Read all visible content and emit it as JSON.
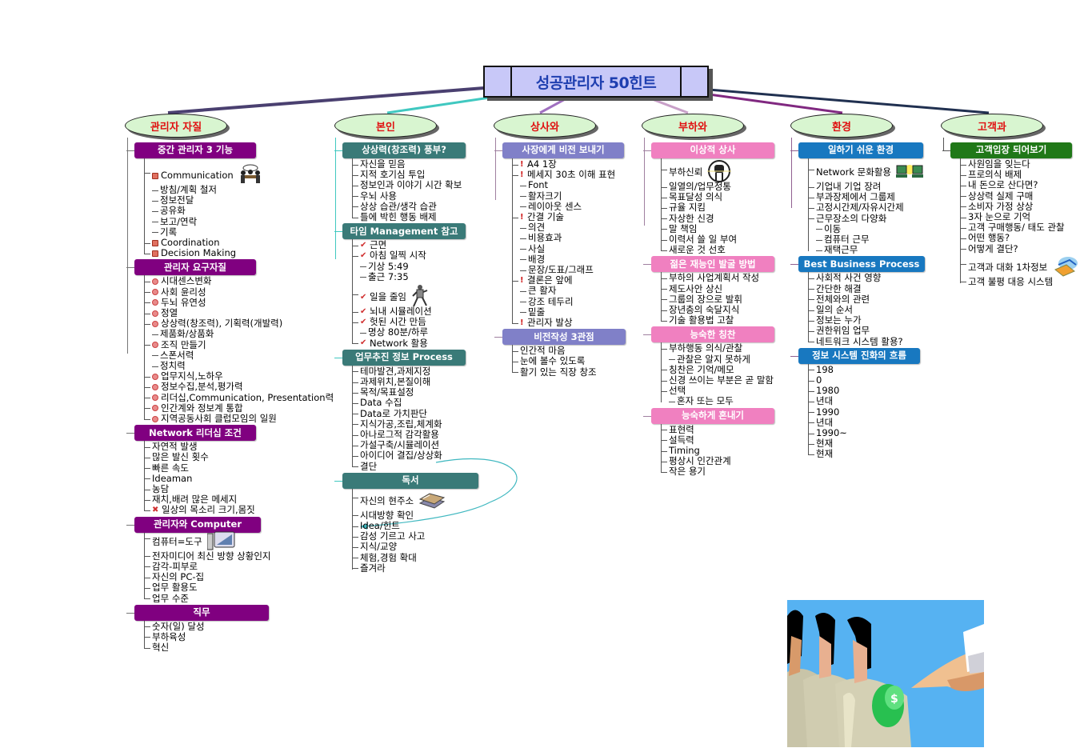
{
  "title": "성공관리자 50힌트",
  "colors": {
    "root_fill": "#c8c8f8",
    "root_text": "#1f3fb0",
    "topic_fill": "#d8f5d0",
    "topic_text": "#e01010",
    "purple": "#800080",
    "teal": "#3a7a78",
    "lavender": "#8080c8",
    "pink": "#f080c0",
    "blue": "#1878c0",
    "green": "#207818"
  },
  "topics": [
    {
      "label": "관리자 자질",
      "subs": [
        {
          "label": "중간 관리자 3 기능",
          "items": [
            {
              "text": "Communication",
              "bullet": "square",
              "icon": "meeting-people-icon"
            },
            {
              "text": "방침/계획 철저",
              "level": 2
            },
            {
              "text": "정보전달",
              "level": 2
            },
            {
              "text": "공유화",
              "level": 2
            },
            {
              "text": "보고/연락",
              "level": 2
            },
            {
              "text": "기록",
              "level": 2
            },
            {
              "text": "Coordination",
              "bullet": "square"
            },
            {
              "text": "Decision Making",
              "bullet": "square"
            }
          ]
        },
        {
          "label": "관리자 요구자질",
          "items": [
            {
              "text": "시대센스변화",
              "bullet": "dot"
            },
            {
              "text": "사회 윤리성",
              "bullet": "dot"
            },
            {
              "text": "두뇌 유연성",
              "bullet": "dot"
            },
            {
              "text": "정열",
              "bullet": "dot"
            },
            {
              "text": "상상력(창조력), 기획력(개발력)",
              "bullet": "dot"
            },
            {
              "text": "제품화/상품화",
              "level": 2
            },
            {
              "text": "조직 만들기",
              "bullet": "dot"
            },
            {
              "text": "스폰서력",
              "level": 2
            },
            {
              "text": "정치력",
              "level": 2
            },
            {
              "text": "업무지식,노하우",
              "bullet": "dot"
            },
            {
              "text": "정보수집,분석,평가력",
              "bullet": "dot"
            },
            {
              "text": "리더십,Communication, Presentation력",
              "bullet": "dot"
            },
            {
              "text": "인간계와 정보계 통합",
              "bullet": "dot"
            },
            {
              "text": "지역공동사회 클럽모임의 일원",
              "bullet": "dot"
            }
          ]
        },
        {
          "label": "Network 리더십 조건",
          "items": [
            {
              "text": "자연적 발생"
            },
            {
              "text": "많은 발신 횟수"
            },
            {
              "text": "빠른 속도"
            },
            {
              "text": "Ideaman"
            },
            {
              "text": "농담"
            },
            {
              "text": "재치,배려 많은 메세지"
            },
            {
              "text": "일상의 목소리 크기,몸짓",
              "bullet": "x"
            }
          ]
        },
        {
          "label": "관리자와 Computer",
          "items": [
            {
              "text": "컴퓨터=도구",
              "icon": "computer-icon"
            },
            {
              "text": "전자미디어 최신 방향 상황인지"
            },
            {
              "text": "감각-피부로"
            },
            {
              "text": "자신의 PC-집"
            },
            {
              "text": "업무 활용도"
            },
            {
              "text": "업무 수준"
            }
          ]
        },
        {
          "label": "직무",
          "items": [
            {
              "text": "숫자(일) 달성"
            },
            {
              "text": "부하육성"
            },
            {
              "text": "혁신"
            }
          ]
        }
      ]
    },
    {
      "label": "본인",
      "subs": [
        {
          "label": "상상력(창조력) 풍부?",
          "items": [
            {
              "text": "자신을 믿음"
            },
            {
              "text": "지적 호기심 투입"
            },
            {
              "text": "정보인과 이야기 시간  확보"
            },
            {
              "text": "우뇌 사용"
            },
            {
              "text": "상상 습관/생각 습관"
            },
            {
              "text": "틀에 박힌 행동 배제"
            }
          ]
        },
        {
          "label": "타임 Management 참고",
          "items": [
            {
              "text": "근면",
              "bullet": "check"
            },
            {
              "text": "아침 일찍 시작",
              "bullet": "check"
            },
            {
              "text": "기상 5:49",
              "level": 2
            },
            {
              "text": "출근 7:35",
              "level": 2
            },
            {
              "text": "일을 줄임",
              "bullet": "check",
              "icon": "running-man-icon"
            },
            {
              "text": "뇌내 시뮬레이션",
              "bullet": "check"
            },
            {
              "text": "헛된 시간 만듬",
              "bullet": "check"
            },
            {
              "text": "명상 80분/하루",
              "level": 2
            },
            {
              "text": "Network 활용",
              "bullet": "check"
            }
          ]
        },
        {
          "label": "업무추진 정보 Process",
          "items": [
            {
              "text": "테마발견,과제지정"
            },
            {
              "text": "과제위치,본질이해"
            },
            {
              "text": "목적/목표설정"
            },
            {
              "text": "Data 수집"
            },
            {
              "text": "Data로 가치판단"
            },
            {
              "text": "지식가공,조립,체계화"
            },
            {
              "text": "아나로그적 감각활용"
            },
            {
              "text": "가설구축/시뮬레이션"
            },
            {
              "text": "아이디어 결집/상상화"
            },
            {
              "text": "결단"
            }
          ]
        },
        {
          "label": "독서",
          "items": [
            {
              "text": "자신의 현주소",
              "icon": "books-icon"
            },
            {
              "text": "시대방향 확인"
            },
            {
              "text": "Idea/힌트"
            },
            {
              "text": "감성 기르고 사고"
            },
            {
              "text": "지식/교양"
            },
            {
              "text": "체험,경험 확대"
            },
            {
              "text": "즐겨라"
            }
          ]
        }
      ]
    },
    {
      "label": "상사와",
      "subs": [
        {
          "label": "사장에게 비전 보내기",
          "items": [
            {
              "text": "A4 1장",
              "bullet": "exclaim"
            },
            {
              "text": "메세지 30초 이해 표현",
              "bullet": "exclaim"
            },
            {
              "text": "Font",
              "level": 2
            },
            {
              "text": "활자크기",
              "level": 2
            },
            {
              "text": "레이아웃 센스",
              "level": 2
            },
            {
              "text": "간결 기술",
              "bullet": "exclaim"
            },
            {
              "text": "의견",
              "level": 2
            },
            {
              "text": "비용효과",
              "level": 2
            },
            {
              "text": "사실",
              "level": 2
            },
            {
              "text": "배경",
              "level": 2
            },
            {
              "text": "문장/도표/그래프",
              "level": 2
            },
            {
              "text": "결론은 앞에",
              "bullet": "exclaim"
            },
            {
              "text": "큰 활자",
              "level": 2
            },
            {
              "text": "강조 테두리",
              "level": 2
            },
            {
              "text": "밑줄",
              "level": 2
            },
            {
              "text": "관리자 발상",
              "bullet": "exclaim"
            }
          ]
        },
        {
          "label": "비전작성 3관점",
          "items": [
            {
              "text": "인간적 마음"
            },
            {
              "text": "눈에 볼수 있도록"
            },
            {
              "text": "활기 있는 직장 창조"
            }
          ]
        }
      ]
    },
    {
      "label": "부하와",
      "subs": [
        {
          "label": "이상적 상사",
          "items": [
            {
              "text": "부하신뢰",
              "icon": "fist-icon"
            },
            {
              "text": "일열의/업무정통"
            },
            {
              "text": "목표달성 의식"
            },
            {
              "text": "규율 지킴"
            },
            {
              "text": "자상한 신경"
            },
            {
              "text": "말 책임"
            },
            {
              "text": "이력서 쓸 일 부여"
            },
            {
              "text": "새로운 것 선호"
            }
          ]
        },
        {
          "label": "젊은 재능인 발굴 방법",
          "items": [
            {
              "text": "부하의 사업계획서 작성"
            },
            {
              "text": "제도사안 상신"
            },
            {
              "text": "그룹의 장으로 발휘"
            },
            {
              "text": "장년층의 숙달지식"
            },
            {
              "text": "기술 활용법 고찰"
            }
          ]
        },
        {
          "label": "능숙한 칭찬",
          "items": [
            {
              "text": "부하행동 의식/관찰"
            },
            {
              "text": "관찰은 알지 못하게",
              "level": 2
            },
            {
              "text": "칭찬은 기억/메모"
            },
            {
              "text": "신경 쓰이는 부분은 곧 말함"
            },
            {
              "text": "선택"
            },
            {
              "text": "혼자 또는 모두",
              "level": 2
            }
          ]
        },
        {
          "label": "능숙하게 혼내기",
          "items": [
            {
              "text": "표현력"
            },
            {
              "text": "설득력"
            },
            {
              "text": "Timing"
            },
            {
              "text": "평상시 인간관계"
            },
            {
              "text": "작은 용기"
            }
          ]
        }
      ]
    },
    {
      "label": "환경",
      "subs": [
        {
          "label": "일하기 쉬운 환경",
          "items": [
            {
              "text": "Network 문화활용",
              "icon": "network-computers-icon"
            },
            {
              "text": "기업내 기업 장려"
            },
            {
              "text": "부과장제에서 그룹제"
            },
            {
              "text": "고정시간제/자유시간제"
            },
            {
              "text": "근무장소의 다양화"
            },
            {
              "text": "이동",
              "level": 2
            },
            {
              "text": "컴퓨터 근무",
              "level": 2
            },
            {
              "text": "재택근무",
              "level": 2
            }
          ]
        },
        {
          "label": "Best Business Process",
          "items": [
            {
              "text": "사회적 사건 영향"
            },
            {
              "text": "간단한 해결"
            },
            {
              "text": "전체와의 관련"
            },
            {
              "text": "일의 순서"
            },
            {
              "text": "정보는 누가"
            },
            {
              "text": "권한위임 업무"
            },
            {
              "text": "네트워크 시스템 활용?"
            }
          ]
        },
        {
          "label": "정보 시스템 진화의 흐름",
          "items": [
            {
              "text": "198"
            },
            {
              "text": "0"
            },
            {
              "text": "1980"
            },
            {
              "text": "년대"
            },
            {
              "text": "1990"
            },
            {
              "text": "년대"
            },
            {
              "text": "1990~"
            },
            {
              "text": "현재"
            },
            {
              "text": "현재"
            }
          ]
        }
      ]
    },
    {
      "label": "고객과",
      "subs": [
        {
          "label": "고객입장 되어보기",
          "items": [
            {
              "text": "사원임을 잊는다"
            },
            {
              "text": "프로의식 배제"
            },
            {
              "text": "내 돈으로 산다면?"
            },
            {
              "text": "상상력 실제 구매"
            },
            {
              "text": "소비자 가정 상상"
            },
            {
              "text": "3자 눈으로 기억"
            },
            {
              "text": "고객 구매행동/ 태도 관찰"
            },
            {
              "text": "어떤 행동?"
            },
            {
              "text": "어떻게 결단?"
            },
            {
              "text": "고객과 대화 1차정보",
              "icon": "mail-icon"
            },
            {
              "text": "고객 불평 대응 시스템"
            }
          ]
        }
      ]
    }
  ],
  "illustration": "hand-pointing-at-businessmen-clipart"
}
